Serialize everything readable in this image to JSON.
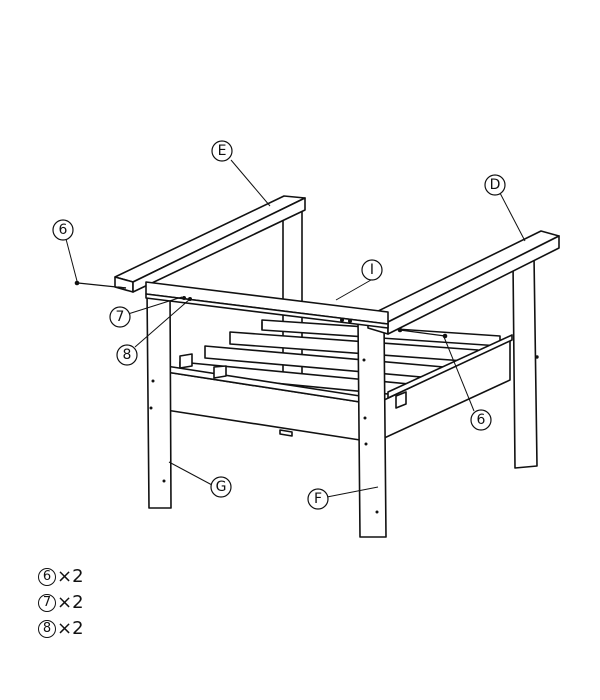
{
  "callouts": {
    "E": "E",
    "D": "D",
    "I": "I",
    "G": "G",
    "F": "F",
    "screw_left": "6",
    "screw_right": "6",
    "washer": "7",
    "nut": "8"
  },
  "parts_list": [
    {
      "mark": "6",
      "qty": "×2"
    },
    {
      "mark": "7",
      "qty": "×2"
    },
    {
      "mark": "8",
      "qty": "×2"
    }
  ]
}
